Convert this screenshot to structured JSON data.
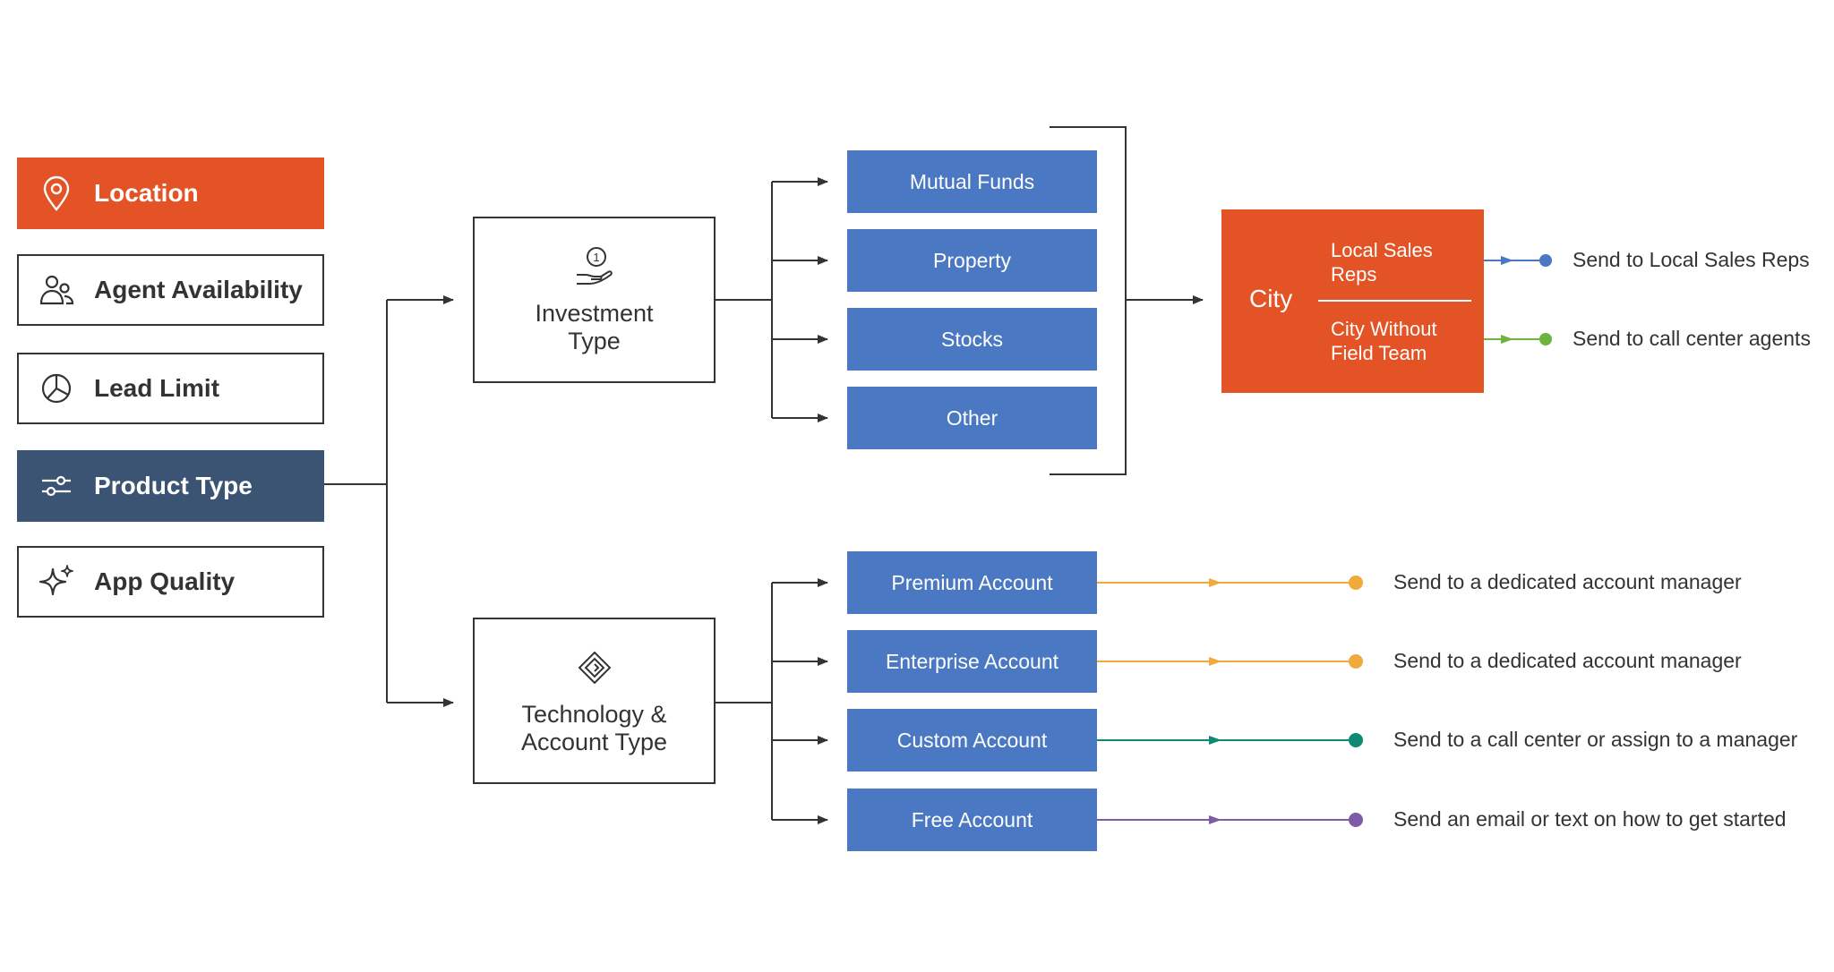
{
  "criteria": [
    {
      "label": "Location",
      "icon": "map-pin-icon"
    },
    {
      "label": "Agent Availability",
      "icon": "users-icon"
    },
    {
      "label": "Lead Limit",
      "icon": "pie-chart-icon"
    },
    {
      "label": "Product Type",
      "icon": "sliders-icon"
    },
    {
      "label": "App Quality",
      "icon": "sparkle-icon"
    }
  ],
  "types": [
    {
      "label": "Investment Type",
      "icon": "coin-hand-icon"
    },
    {
      "label": "Technology & Account Type",
      "icon": "diamond-chip-icon"
    }
  ],
  "investment_categories": [
    "Mutual Funds",
    "Property",
    "Stocks",
    "Other"
  ],
  "account_categories": [
    "Premium Account",
    "Enterprise Account",
    "Custom Account",
    "Free Account"
  ],
  "city": {
    "label": "City",
    "option_1": "Local Sales Reps",
    "option_2": "City Without Field Team"
  },
  "city_outcomes": [
    {
      "text": "Send to Local Sales Reps",
      "color": "#4a78c2"
    },
    {
      "text": "Send to call center agents",
      "color": "#6db33f"
    }
  ],
  "account_outcomes": [
    {
      "text": "Send to a dedicated account manager",
      "color": "#f2a93b"
    },
    {
      "text": "Send to a dedicated account manager",
      "color": "#f2a93b"
    },
    {
      "text": "Send to a call center or assign to a manager",
      "color": "#0e8a72"
    },
    {
      "text": "Send an email or text on how to get started",
      "color": "#7f5aa6"
    }
  ],
  "colors": {
    "orange": "#e35325",
    "navy": "#3b5474",
    "blue": "#4a78c2",
    "line": "#333333"
  }
}
